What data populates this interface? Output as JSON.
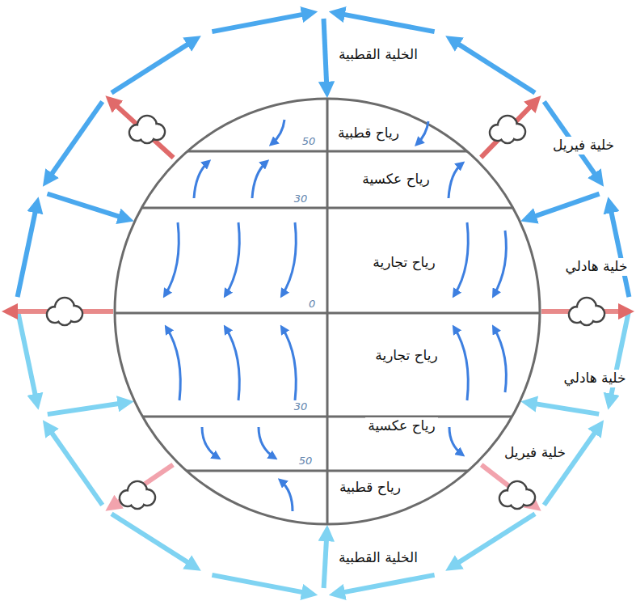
{
  "diagram": {
    "labels": [
      "الخلية القطبية",
      "رياح قطبية",
      "خلية فيريل",
      "50",
      "رياح عكسية",
      "30",
      "رياح تجارية",
      "خلية هادلي",
      "0",
      "رياح تجارية",
      "خلية هادلي",
      "30",
      "رياح عكسية",
      "50",
      "خلية فيريل",
      "رياح قطبية",
      "الخلية القطبية"
    ]
  }
}
